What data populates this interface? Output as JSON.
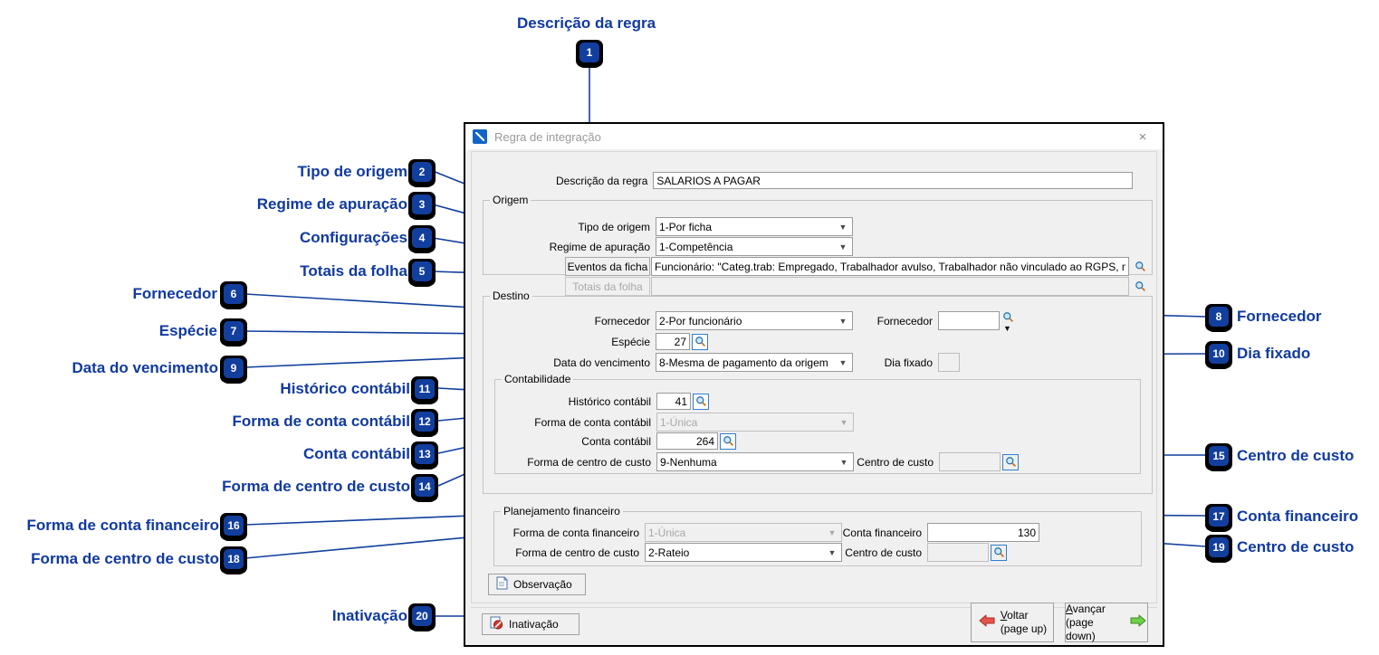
{
  "window": {
    "title": "Regra de integração",
    "icon": "app-arrow-icon",
    "close": "×"
  },
  "form": {
    "descricao_label": "Descrição da regra",
    "descricao_value": "SALARIOS A PAGAR"
  },
  "origem": {
    "legend": "Origem",
    "tipo_origem_label": "Tipo de origem",
    "tipo_origem_value": "1-Por ficha",
    "regime_label": "Regime de apuração",
    "regime_value": "1-Competência",
    "eventos_button": "Eventos da ficha",
    "eventos_value": "Funcionário: \"Categ.trab: Empregado, Trabalhador avulso, Trabalhador não vinculado ao RGPS, mas com direi",
    "totais_button": "Totais da folha",
    "totais_value": ""
  },
  "destino": {
    "legend": "Destino",
    "fornecedor_forma_label": "Fornecedor",
    "fornecedor_forma_value": "2-Por funcionário",
    "fornecedor_label": "Fornecedor",
    "fornecedor_value": "",
    "especie_label": "Espécie",
    "especie_value": "27",
    "vencimento_label": "Data do vencimento",
    "vencimento_value": "8-Mesma de pagamento da origem",
    "dia_fixado_label": "Dia fixado",
    "dia_fixado_value": ""
  },
  "contabilidade": {
    "legend": "Contabilidade",
    "historico_label": "Histórico contábil",
    "historico_value": "41",
    "forma_conta_label": "Forma de conta contábil",
    "forma_conta_value": "1-Única",
    "conta_label": "Conta contábil",
    "conta_value": "264",
    "forma_cc_label": "Forma de centro de custo",
    "forma_cc_value": "9-Nenhuma",
    "centro_custo_label": "Centro de custo",
    "centro_custo_value": ""
  },
  "planejamento": {
    "legend": "Planejamento financeiro",
    "forma_conta_label": "Forma de conta financeiro",
    "forma_conta_value": "1-Única",
    "conta_label": "Conta financeiro",
    "conta_value": "130",
    "forma_cc_label": "Forma de centro de custo",
    "forma_cc_value": "2-Rateio",
    "centro_custo_label": "Centro de custo",
    "centro_custo_value": ""
  },
  "buttons": {
    "observacao": "Observação",
    "inativacao": "Inativação",
    "voltar_line1": "Voltar",
    "voltar_line2": "(page up)",
    "avancar_line1": "Avançar",
    "avancar_line2": "(page down)"
  },
  "annotation_color": "#103a9e",
  "annotations": [
    {
      "n": "1",
      "text": "Descrição da regra",
      "side": "top"
    },
    {
      "n": "2",
      "text": "Tipo de origem",
      "side": "left"
    },
    {
      "n": "3",
      "text": "Regime de apuração",
      "side": "left"
    },
    {
      "n": "4",
      "text": "Configurações",
      "side": "left"
    },
    {
      "n": "5",
      "text": "Totais da folha",
      "side": "left"
    },
    {
      "n": "6",
      "text": "Fornecedor",
      "side": "left"
    },
    {
      "n": "7",
      "text": "Espécie",
      "side": "left"
    },
    {
      "n": "8",
      "text": "Fornecedor",
      "side": "right"
    },
    {
      "n": "9",
      "text": "Data do vencimento",
      "side": "left"
    },
    {
      "n": "10",
      "text": "Dia fixado",
      "side": "right"
    },
    {
      "n": "11",
      "text": "Histórico contábil",
      "side": "left"
    },
    {
      "n": "12",
      "text": "Forma de conta contábil",
      "side": "left"
    },
    {
      "n": "13",
      "text": "Conta contábil",
      "side": "left"
    },
    {
      "n": "14",
      "text": "Forma de centro de custo",
      "side": "left"
    },
    {
      "n": "15",
      "text": "Centro de custo",
      "side": "right"
    },
    {
      "n": "16",
      "text": "Forma de conta financeiro",
      "side": "left"
    },
    {
      "n": "17",
      "text": "Conta financeiro",
      "side": "right"
    },
    {
      "n": "18",
      "text": "Forma de centro de custo",
      "side": "left"
    },
    {
      "n": "19",
      "text": "Centro de custo",
      "side": "right"
    },
    {
      "n": "20",
      "text": "Inativação",
      "side": "left"
    }
  ]
}
